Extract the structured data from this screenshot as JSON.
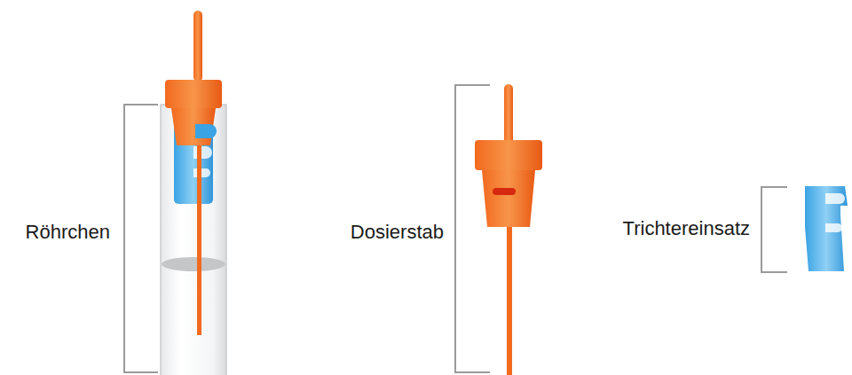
{
  "diagram": {
    "labels": [
      "Röhrchen",
      "Dosierstab",
      "Trichtereinsatz"
    ]
  }
}
